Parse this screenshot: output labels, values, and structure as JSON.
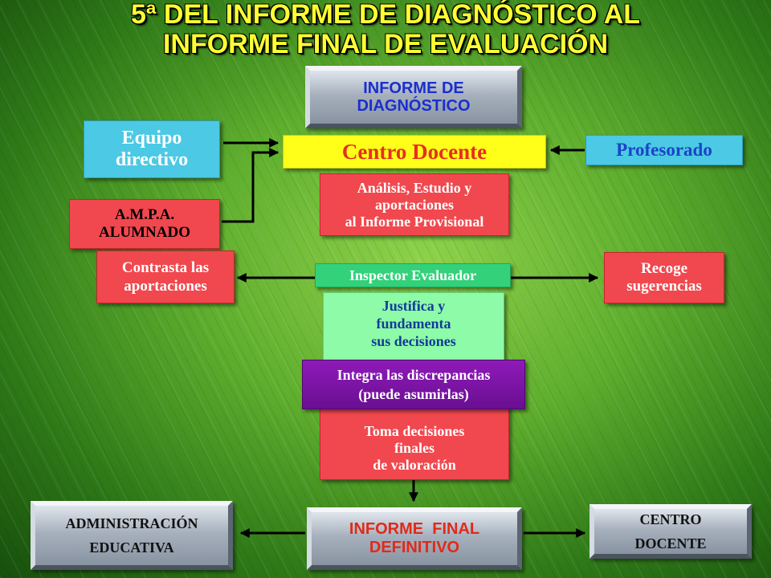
{
  "title": {
    "line1": "5ª DEL INFORME DE DIAGNÓSTICO AL",
    "line2": "INFORME FINAL DE EVALUACIÓN"
  },
  "nodes": {
    "informe_diagnostico": [
      "INFORME DE",
      "DIAGNÓSTICO"
    ],
    "equipo_directivo": [
      "Equipo",
      "directivo"
    ],
    "centro_docente": "Centro Docente",
    "profesorado": "Profesorado",
    "analisis": [
      "Análisis, Estudio y",
      "aportaciones",
      "al Informe Provisional"
    ],
    "ampa": [
      "A.M.P.A.",
      "ALUMNADO"
    ],
    "contrasta": [
      "Contrasta las",
      "aportaciones"
    ],
    "inspector": "Inspector Evaluador",
    "recoge": [
      "Recoge",
      "sugerencias"
    ],
    "justifica": [
      "Justifica y",
      "fundamenta",
      "sus decisiones"
    ],
    "integra": [
      "Integra las discrepancias",
      "(puede asumirlas)"
    ],
    "toma": [
      "Toma decisiones",
      "finales",
      "de valoración"
    ],
    "administracion": [
      "ADMINISTRACIÓN",
      "EDUCATIVA"
    ],
    "informe_final": [
      "INFORME  FINAL",
      "DEFINITIVO"
    ],
    "centro_docente_final": [
      "CENTRO",
      "DOCENTE"
    ]
  },
  "colors": {
    "title": "#ffff33",
    "red_box": "#f0484e",
    "cyan_box": "#4cc9e4",
    "yellow_box": "#ffff1a",
    "green_box": "#33d17a",
    "lightgreen_box": "#8dfba8",
    "purple_box": "#7a149f",
    "steel_box": "#a7b1bd"
  }
}
